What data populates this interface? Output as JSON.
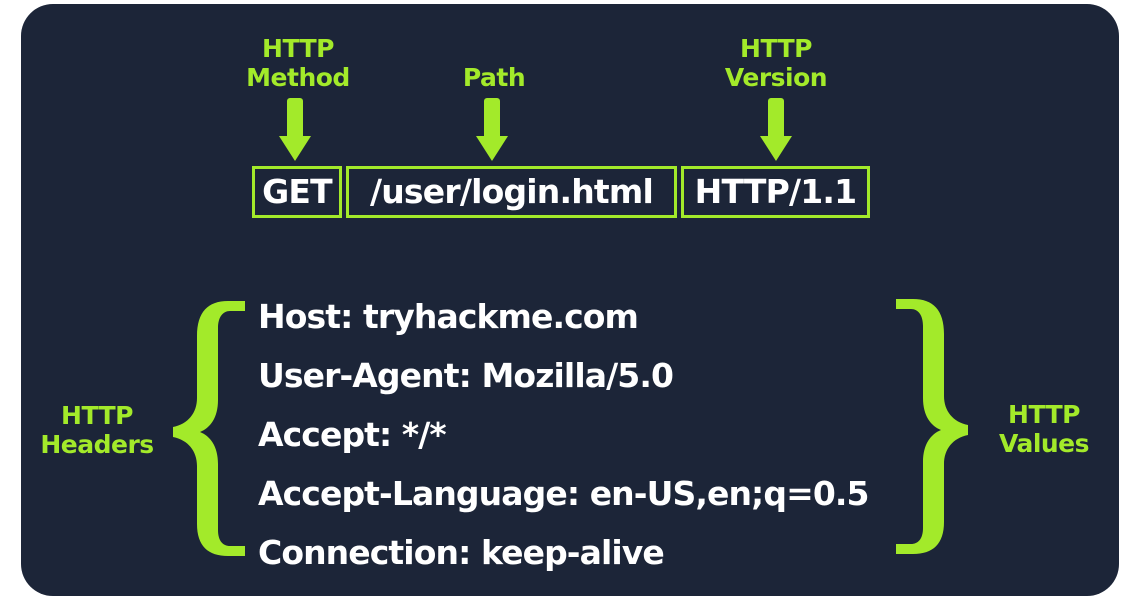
{
  "colors": {
    "background": "#1c2538",
    "accent": "#a3ea2a",
    "text": "#ffffff",
    "page": "#ffffff"
  },
  "request_line": {
    "labels": {
      "method": {
        "line1": "HTTP",
        "line2": "Method"
      },
      "path": {
        "line1": "Path"
      },
      "version": {
        "line1": "HTTP",
        "line2": "Version"
      }
    },
    "method": "GET",
    "path": "/user/login.html",
    "version": "HTTP/1.1"
  },
  "headers": {
    "left_label": {
      "line1": "HTTP",
      "line2": "Headers"
    },
    "right_label": {
      "line1": "HTTP",
      "line2": "Values"
    },
    "lines": [
      "Host: tryhackme.com",
      "User-Agent: Mozilla/5.0",
      "Accept: */*",
      "Accept-Language: en-US,en;q=0.5",
      "Connection: keep-alive"
    ]
  },
  "icons": {
    "arrows": [
      "arrow-down-icon",
      "arrow-down-icon",
      "arrow-down-icon"
    ],
    "braces": [
      "left-curly-brace-icon",
      "right-curly-brace-icon"
    ]
  }
}
